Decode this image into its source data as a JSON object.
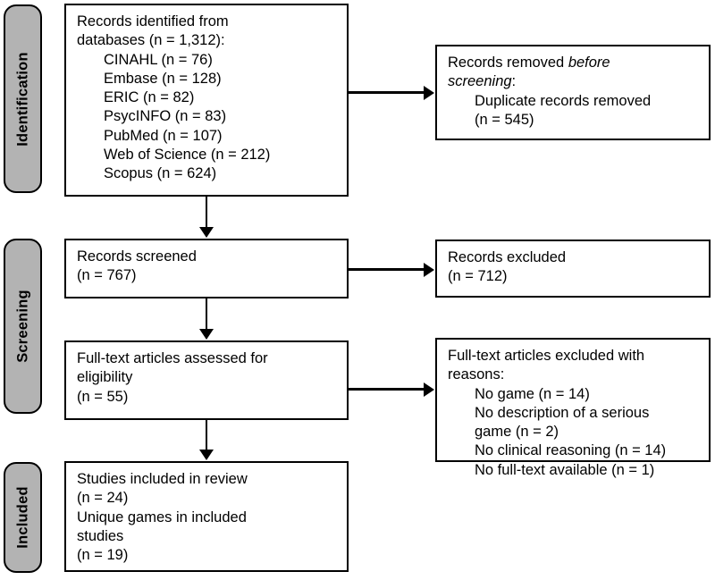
{
  "diagram": {
    "title": "PRISMA flow diagram",
    "colors": {
      "stage_tab_fill": "#b3b3b3",
      "box_fill": "#ffffff",
      "stroke": "#000000"
    }
  },
  "stages": [
    {
      "id": "identification",
      "label": "Identification"
    },
    {
      "id": "screening",
      "label": "Screening"
    },
    {
      "id": "included",
      "label": "Included"
    }
  ],
  "boxes": {
    "records_identified": {
      "lines": [
        {
          "text": "Records identified from",
          "indent": false
        },
        {
          "text": "databases (n = 1,312):",
          "indent": false
        },
        {
          "text": "CINAHL (n = 76)",
          "indent": true
        },
        {
          "text": "Embase (n = 128)",
          "indent": true
        },
        {
          "text": "ERIC (n = 82)",
          "indent": true
        },
        {
          "text": "PsycINFO (n = 83)",
          "indent": true
        },
        {
          "text": "PubMed (n = 107)",
          "indent": true
        },
        {
          "text": "Web of Science (n = 212)",
          "indent": true
        },
        {
          "text": "Scopus (n = 624)",
          "indent": true
        }
      ]
    },
    "records_removed": {
      "line1_normal": "Records removed ",
      "line1_italic": "before",
      "line2_italic": "screening",
      "line2_normal": ":",
      "lines_rest": [
        {
          "text": "Duplicate records removed",
          "indent": true
        },
        {
          "text": "(n = 545)",
          "indent": true
        }
      ]
    },
    "records_screened": {
      "lines": [
        {
          "text": "Records screened",
          "indent": false
        },
        {
          "text": "(n = 767)",
          "indent": false
        }
      ]
    },
    "records_excluded": {
      "lines": [
        {
          "text": "Records excluded",
          "indent": false
        },
        {
          "text": "(n = 712)",
          "indent": false
        }
      ]
    },
    "fulltext_assessed": {
      "lines": [
        {
          "text": "Full-text articles assessed for",
          "indent": false
        },
        {
          "text": "eligibility",
          "indent": false
        },
        {
          "text": "(n = 55)",
          "indent": false
        }
      ]
    },
    "fulltext_excluded": {
      "lines": [
        {
          "text": "Full-text articles excluded with",
          "indent": false
        },
        {
          "text": "reasons:",
          "indent": false
        },
        {
          "text": "No game (n = 14)",
          "indent": true
        },
        {
          "text": "No description of a serious",
          "indent": true
        },
        {
          "text": "game (n = 2)",
          "indent": false
        },
        {
          "text": "No clinical reasoning (n = 14)",
          "indent": true
        },
        {
          "text": "No full-text available (n = 1)",
          "indent": true
        }
      ]
    },
    "studies_included": {
      "lines": [
        {
          "text": "Studies included in review",
          "indent": false
        },
        {
          "text": "(n = 24)",
          "indent": false
        },
        {
          "text": "Unique games in included",
          "indent": false
        },
        {
          "text": "studies",
          "indent": false
        },
        {
          "text": "(n = 19)",
          "indent": false
        }
      ]
    }
  }
}
